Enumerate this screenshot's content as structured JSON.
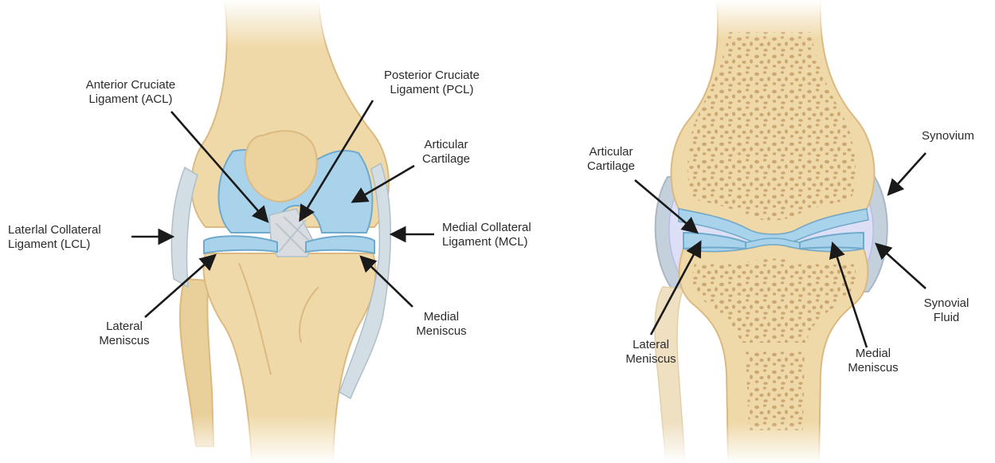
{
  "colors": {
    "bone": "#efd9a8",
    "bone_shade": "#dcb980",
    "bone_spot": "#c69e68",
    "cartilage": "#a9d3ea",
    "cartilage_edge": "#6fa9cc",
    "ligament": "#d3dde4",
    "ligament_dark": "#aebfca",
    "synovium": "#c4d0db",
    "synovial_fluid": "#dcdff6",
    "arrow": "#1a1a1a",
    "text": "#2b2b2b"
  },
  "left_diagram": {
    "acl_label": [
      "Anterior Cruciate",
      "Ligament (ACL)"
    ],
    "pcl_label": [
      "Posterior Cruciate",
      "Ligament (PCL)"
    ],
    "articular_cartilage_label": [
      "Articular",
      "Cartilage"
    ],
    "lcl_label": [
      "Laterlal Collateral",
      "Ligament (LCL)"
    ],
    "mcl_label": [
      "Medial Collateral",
      "Ligament (MCL)"
    ],
    "lateral_meniscus_label": [
      "Lateral",
      "Meniscus"
    ],
    "medial_meniscus_label": [
      "Medial",
      "Meniscus"
    ]
  },
  "right_diagram": {
    "articular_cartilage_label": [
      "Articular",
      "Cartilage"
    ],
    "synovium_label": [
      "Synovium"
    ],
    "synovial_fluid_label": [
      "Synovial",
      "Fluid"
    ],
    "lateral_meniscus_label": [
      "Lateral",
      "Meniscus"
    ],
    "medial_meniscus_label": [
      "Medial",
      "Meniscus"
    ]
  }
}
